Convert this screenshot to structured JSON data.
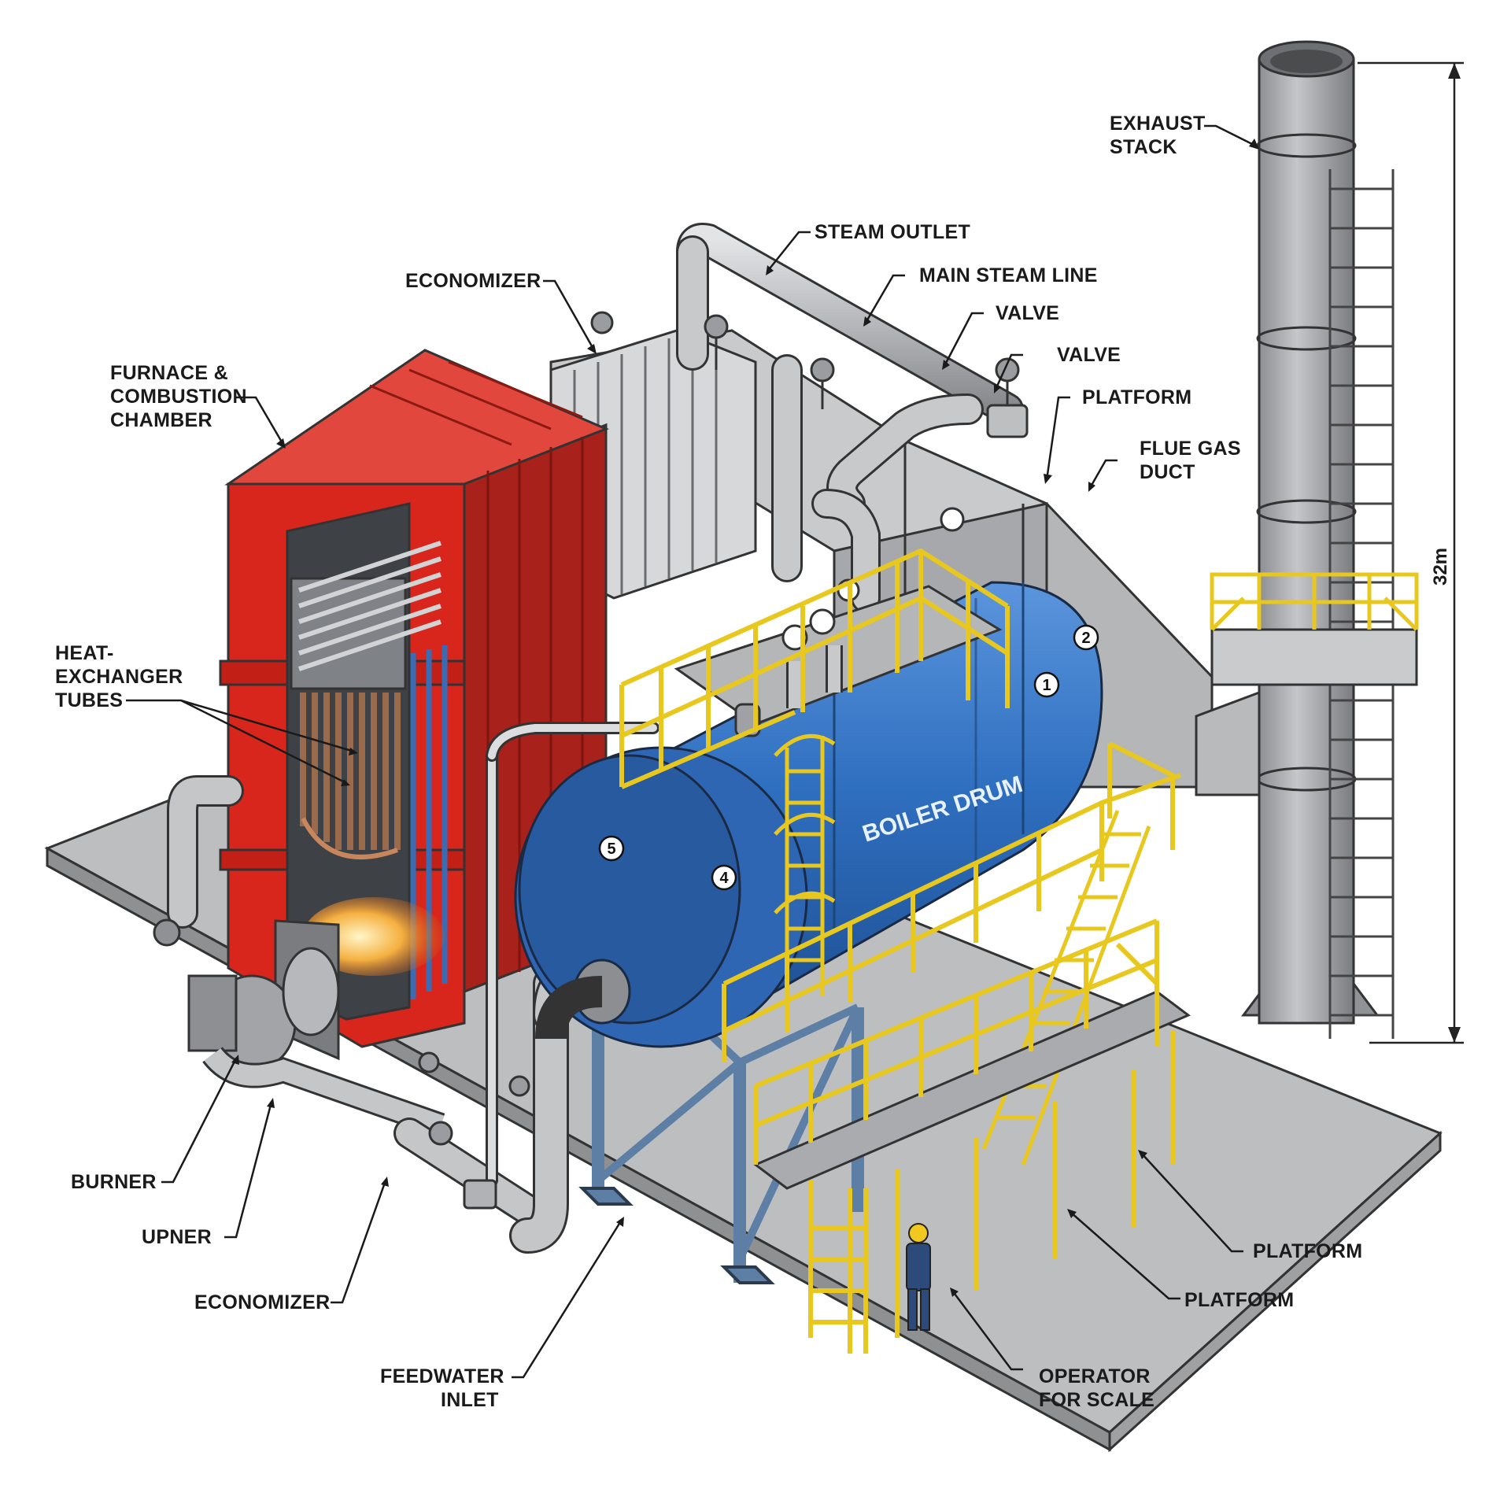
{
  "diagram": {
    "labels": {
      "exhaust_stack": [
        "EXHAUST",
        "STACK"
      ],
      "steam_outlet": "STEAM OUTLET",
      "economizer_top": "ECONOMIZER",
      "main_steam_line": "MAIN STEAM LINE",
      "valve_1": "VALVE",
      "valve_2": "VALVE",
      "platform_top": "PLATFORM",
      "flue_gas_duct": [
        "FLUE GAS",
        "DUCT"
      ],
      "furnace": [
        "FURNACE &",
        "COMBUSTION",
        "CHAMBER"
      ],
      "heat_exchanger": [
        "HEAT-",
        "EXCHANGER",
        "TUBES"
      ],
      "burner": "BURNER",
      "upner": "UPNER",
      "economizer_bottom": "ECONOMIZER",
      "feedwater_inlet": [
        "FEEDWATER",
        "INLET"
      ],
      "platform_right_1": "PLATFORM",
      "platform_right_2": "PLATFORM",
      "operator": [
        "OPERATOR",
        "FOR SCALE"
      ]
    },
    "drum_label": "BOILER DRUM",
    "markers": [
      "1",
      "2",
      "4",
      "5"
    ],
    "stack_height": "32m",
    "colors": {
      "furnace_red": "#d9261c",
      "drum_blue": "#2f6fc0",
      "railing_yellow": "#e8c81e",
      "steel_grey": "#a9abae",
      "structure_blue": "#5d7fa6"
    }
  }
}
